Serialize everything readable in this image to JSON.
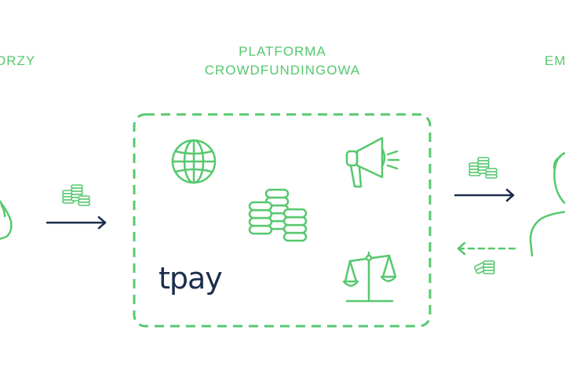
{
  "labels": {
    "left": "ORZY",
    "center": "PLATFORMA\nCROWDFUNDINGOWA",
    "right": "EM"
  },
  "brand": {
    "logo_text": "tpay"
  },
  "colors": {
    "accent": "#56c86e",
    "navy": "#1c2c4c",
    "background": "#ffffff"
  },
  "icons": [
    "globe-icon",
    "megaphone-icon",
    "coin-stacks-icon",
    "scales-icon",
    "person-left-icon",
    "person-right-icon",
    "coins-icon"
  ]
}
